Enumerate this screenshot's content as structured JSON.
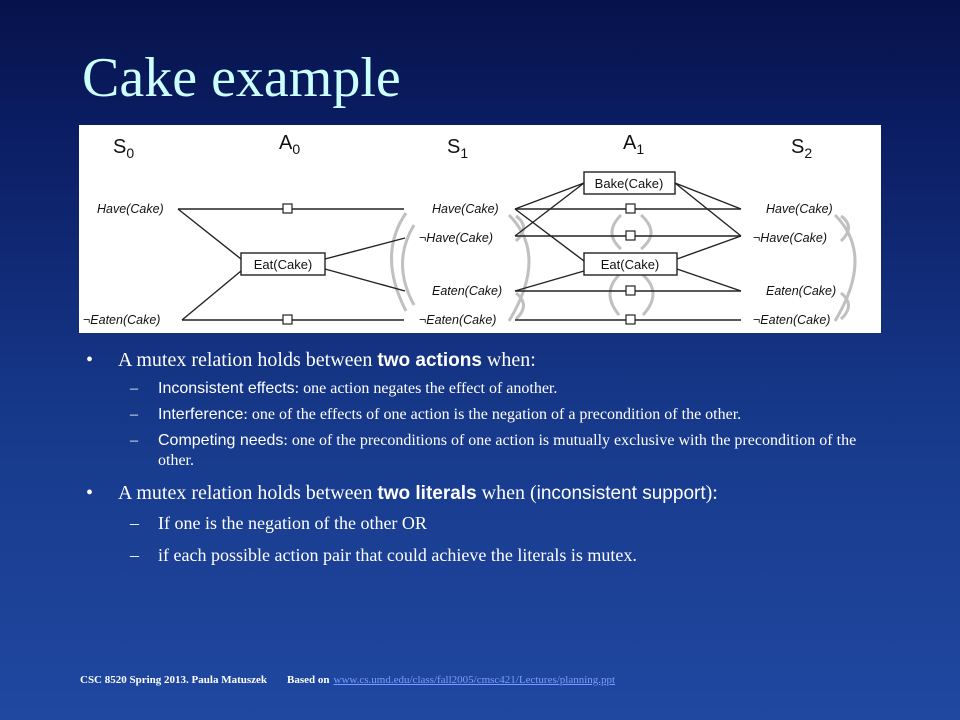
{
  "slide": {
    "title": "Cake example"
  },
  "diagram": {
    "state_headers": {
      "s0_main": "S",
      "s0_sub": "0",
      "a0_main": "A",
      "a0_sub": "0",
      "s1_main": "S",
      "s1_sub": "1",
      "a1_main": "A",
      "a1_sub": "1",
      "s2_main": "S",
      "s2_sub": "2"
    },
    "s0": {
      "have": "Have(Cake)",
      "not_eaten": "¬Eaten(Cake)"
    },
    "a0": {
      "eat": "Eat(Cake)"
    },
    "s1": {
      "have": "Have(Cake)",
      "not_have": "¬Have(Cake)",
      "eaten": "Eaten(Cake)",
      "not_eaten": "¬Eaten(Cake)"
    },
    "a1": {
      "bake": "Bake(Cake)",
      "eat": "Eat(Cake)"
    },
    "s2": {
      "have": "Have(Cake)",
      "not_have": "¬Have(Cake)",
      "eaten": "Eaten(Cake)",
      "not_eaten": "¬Eaten(Cake)"
    },
    "colors": {
      "lines": "#222222",
      "mutex_arcs": "#c0c0c0",
      "background": "#ffffff"
    }
  },
  "bullets": {
    "actions": {
      "lead": "A mutex relation holds between ",
      "emph": "two actions",
      "tail": " when:",
      "items": [
        {
          "term": "Inconsistent effects",
          "text": ": one action negates the effect of another."
        },
        {
          "term": "Interference",
          "text": ": one of the effects of one action is the negation of a precondition of the other."
        },
        {
          "term": "Competing needs",
          "text": ": one of the preconditions of one action is mutually exclusive with the precondition of the other."
        }
      ]
    },
    "literals": {
      "lead": "A mutex relation holds between ",
      "emph": "two literals",
      "mid": " when (",
      "term": "inconsistent support",
      "tail": "):",
      "items": [
        "If one is the negation of the other OR",
        "if each possible action pair that could achieve the literals is mutex."
      ]
    }
  },
  "footer": {
    "course": "CSC 8520 Spring 2013. Paula Matuszek",
    "based_on": "Based on",
    "link": "www.cs.umd.edu/class/fall2005/cmsc421/Lectures/planning.ppt"
  }
}
